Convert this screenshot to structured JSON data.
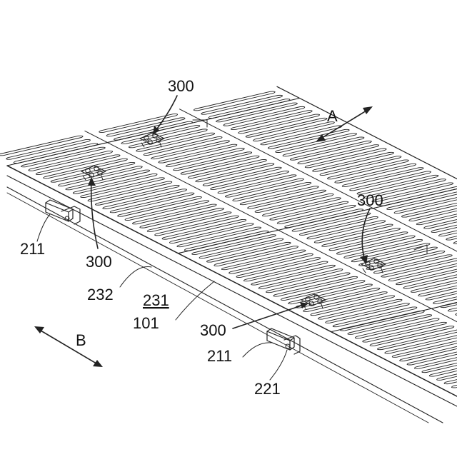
{
  "figure": {
    "labels": {
      "A": "A",
      "B": "B",
      "l300a": "300",
      "l300b": "300",
      "l300c": "300",
      "l300d": "300",
      "l211a": "211",
      "l211b": "211",
      "l232": "232",
      "l231": "231",
      "l101": "101",
      "l221": "221"
    },
    "colors": {
      "line": "#222222",
      "background": "#ffffff"
    }
  }
}
